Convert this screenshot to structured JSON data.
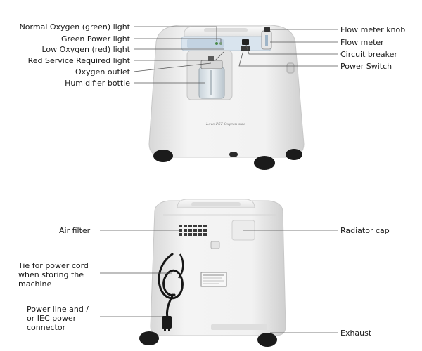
{
  "front_left_labels": [
    "Normal Oxygen (green) light",
    "Green Power light",
    "Low Oxygen (red) light",
    "Red Service Required light",
    "Oxygen outlet",
    "Humidifier bottle"
  ],
  "front_right_labels": [
    "Flow meter knob",
    "Flow meter",
    "Circuit breaker",
    "Power Switch"
  ],
  "back_left_labels": {
    "air_filter": "Air filter",
    "tie_lines": [
      "Tie for power cord",
      "when storing the",
      "machine"
    ],
    "power_lines": [
      "Power line and /",
      "or IEC power",
      "connector"
    ]
  },
  "back_right_labels": {
    "radiator_cap": "Radiator cap",
    "exhaust": "Exhaust"
  },
  "body_text": "Lovo-P5T Oxycon side",
  "colors": {
    "body": "#eeeeee",
    "body_shadow": "#cfcfcf",
    "panel": "#d9e4ee",
    "wheel": "#1b1b1b",
    "leader": "#555555"
  }
}
